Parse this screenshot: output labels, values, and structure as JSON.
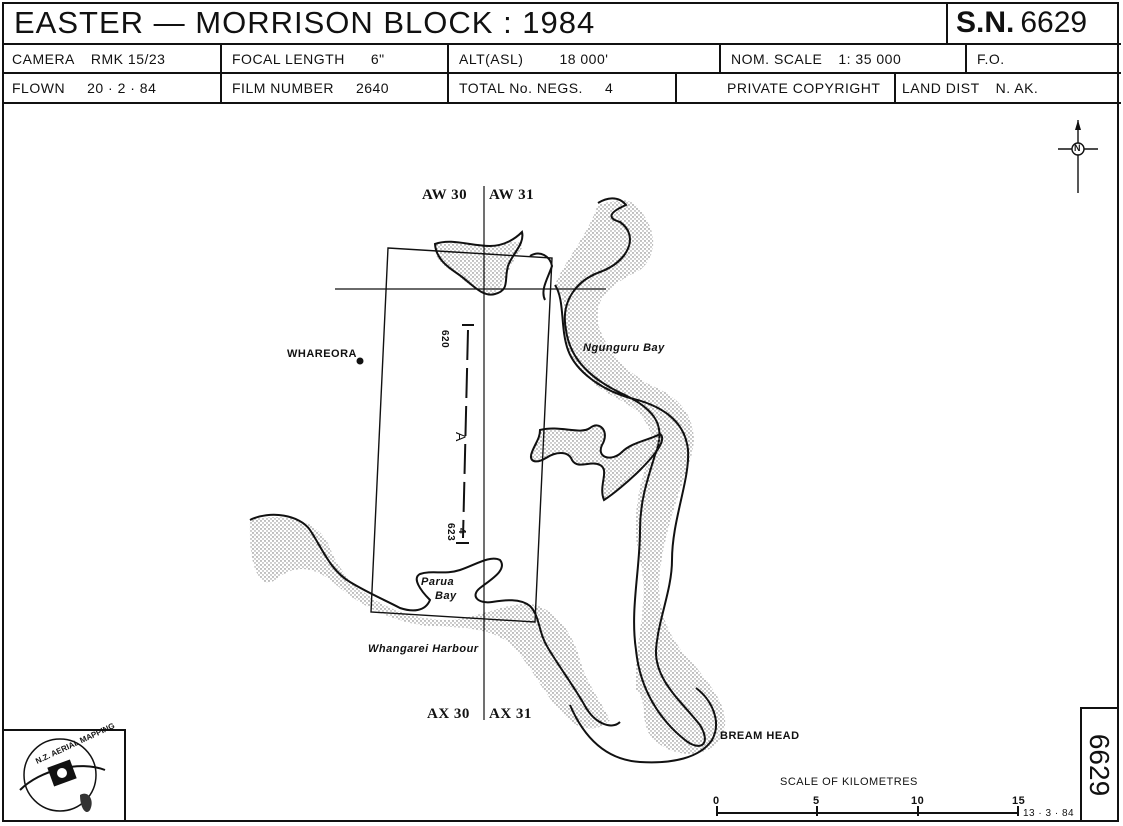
{
  "header": {
    "title": "EASTER — MORRISON BLOCK : 1984",
    "sn_prefix": "S.N.",
    "sn_number": "6629"
  },
  "row1": {
    "camera_label": "CAMERA",
    "camera_value": "RMK 15/23",
    "focal_label": "FOCAL LENGTH",
    "focal_value": "6\"",
    "alt_label": "ALT(ASL)",
    "alt_value": "18 000'",
    "scale_label": "NOM. SCALE",
    "scale_value": "1: 35 000",
    "fo_label": "F.O."
  },
  "row2": {
    "flown_label": "FLOWN",
    "flown_value": "20 · 2 · 84",
    "film_label": "FILM NUMBER",
    "film_value": "2640",
    "negs_label": "TOTAL No. NEGS.",
    "negs_value": "4",
    "copyright": "PRIVATE COPYRIGHT",
    "land_label": "LAND DIST",
    "land_value": "N. AK."
  },
  "map": {
    "grid_top_left": "AW 30",
    "grid_top_right": "AW 31",
    "grid_bottom_left": "AX 30",
    "grid_bottom_right": "AX 31",
    "place_whareora": "WHAREORA",
    "place_ngunguru": "Ngunguru Bay",
    "place_parua_1": "Parua",
    "place_parua_2": "Bay",
    "place_whangarei": "Whangarei Harbour",
    "place_bream": "BREAM HEAD",
    "strip_label": "A",
    "frame_start": "620",
    "frame_end": "623",
    "frame_count": "4",
    "north": "N"
  },
  "scale_bar": {
    "title": "SCALE   OF   KILOMETRES",
    "ticks": [
      "0",
      "5",
      "10",
      "15"
    ],
    "date": "13 · 3 · 84"
  },
  "logo": {
    "text": "N.Z. AERIAL MAPPING"
  },
  "sheet_number": "6629"
}
